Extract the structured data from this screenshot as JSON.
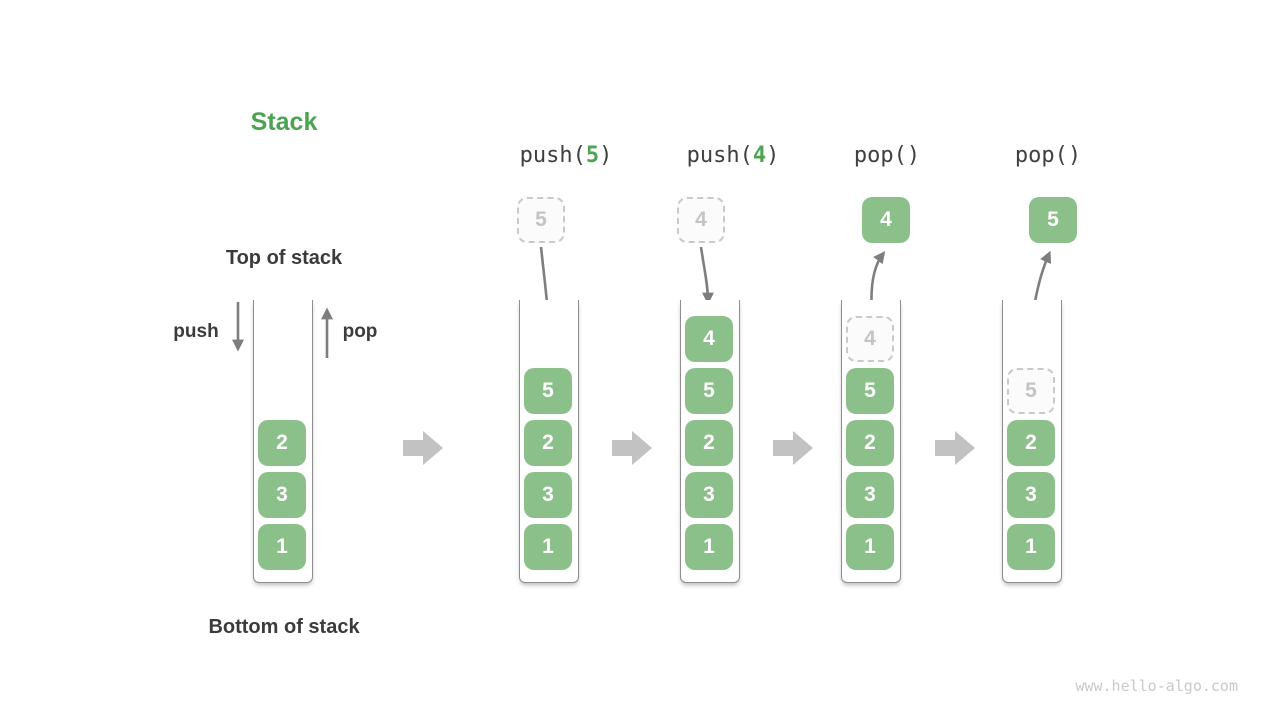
{
  "title": "Stack",
  "labels": {
    "top_of_stack": "Top of stack",
    "bottom_of_stack": "Bottom of stack",
    "push": "push",
    "pop": "pop"
  },
  "operations": [
    {
      "prefix": "push(",
      "arg": "5",
      "suffix": ")"
    },
    {
      "prefix": "push(",
      "arg": "4",
      "suffix": ")"
    },
    {
      "prefix": "pop()",
      "arg": "",
      "suffix": ""
    },
    {
      "prefix": "pop()",
      "arg": "",
      "suffix": ""
    }
  ],
  "floating_boxes": [
    {
      "value": "5",
      "style": "dashed"
    },
    {
      "value": "4",
      "style": "dashed"
    },
    {
      "value": "4",
      "style": "solid"
    },
    {
      "value": "5",
      "style": "solid"
    }
  ],
  "stacks": [
    {
      "cells": [
        {
          "value": "2",
          "style": "solid"
        },
        {
          "value": "3",
          "style": "solid"
        },
        {
          "value": "1",
          "style": "solid"
        }
      ]
    },
    {
      "cells": [
        {
          "value": "5",
          "style": "solid"
        },
        {
          "value": "2",
          "style": "solid"
        },
        {
          "value": "3",
          "style": "solid"
        },
        {
          "value": "1",
          "style": "solid"
        }
      ]
    },
    {
      "cells": [
        {
          "value": "4",
          "style": "solid"
        },
        {
          "value": "5",
          "style": "solid"
        },
        {
          "value": "2",
          "style": "solid"
        },
        {
          "value": "3",
          "style": "solid"
        },
        {
          "value": "1",
          "style": "solid"
        }
      ]
    },
    {
      "cells": [
        {
          "value": "4",
          "style": "dashed"
        },
        {
          "value": "5",
          "style": "solid"
        },
        {
          "value": "2",
          "style": "solid"
        },
        {
          "value": "3",
          "style": "solid"
        },
        {
          "value": "1",
          "style": "solid"
        }
      ]
    },
    {
      "cells": [
        {
          "value": "5",
          "style": "dashed"
        },
        {
          "value": "2",
          "style": "solid"
        },
        {
          "value": "3",
          "style": "solid"
        },
        {
          "value": "1",
          "style": "solid"
        }
      ]
    }
  ],
  "watermark": "www.hello-algo.com",
  "colors": {
    "box_green": "#8CC08A",
    "accent_green": "#4CA352",
    "dark_text": "#3B3B3B",
    "flow_arrow_gray": "#C2C2C2",
    "thin_arrow_gray": "#7E7E7E",
    "dashed_border": "#C9C9C9",
    "container_wall": "#8E8E8E"
  }
}
